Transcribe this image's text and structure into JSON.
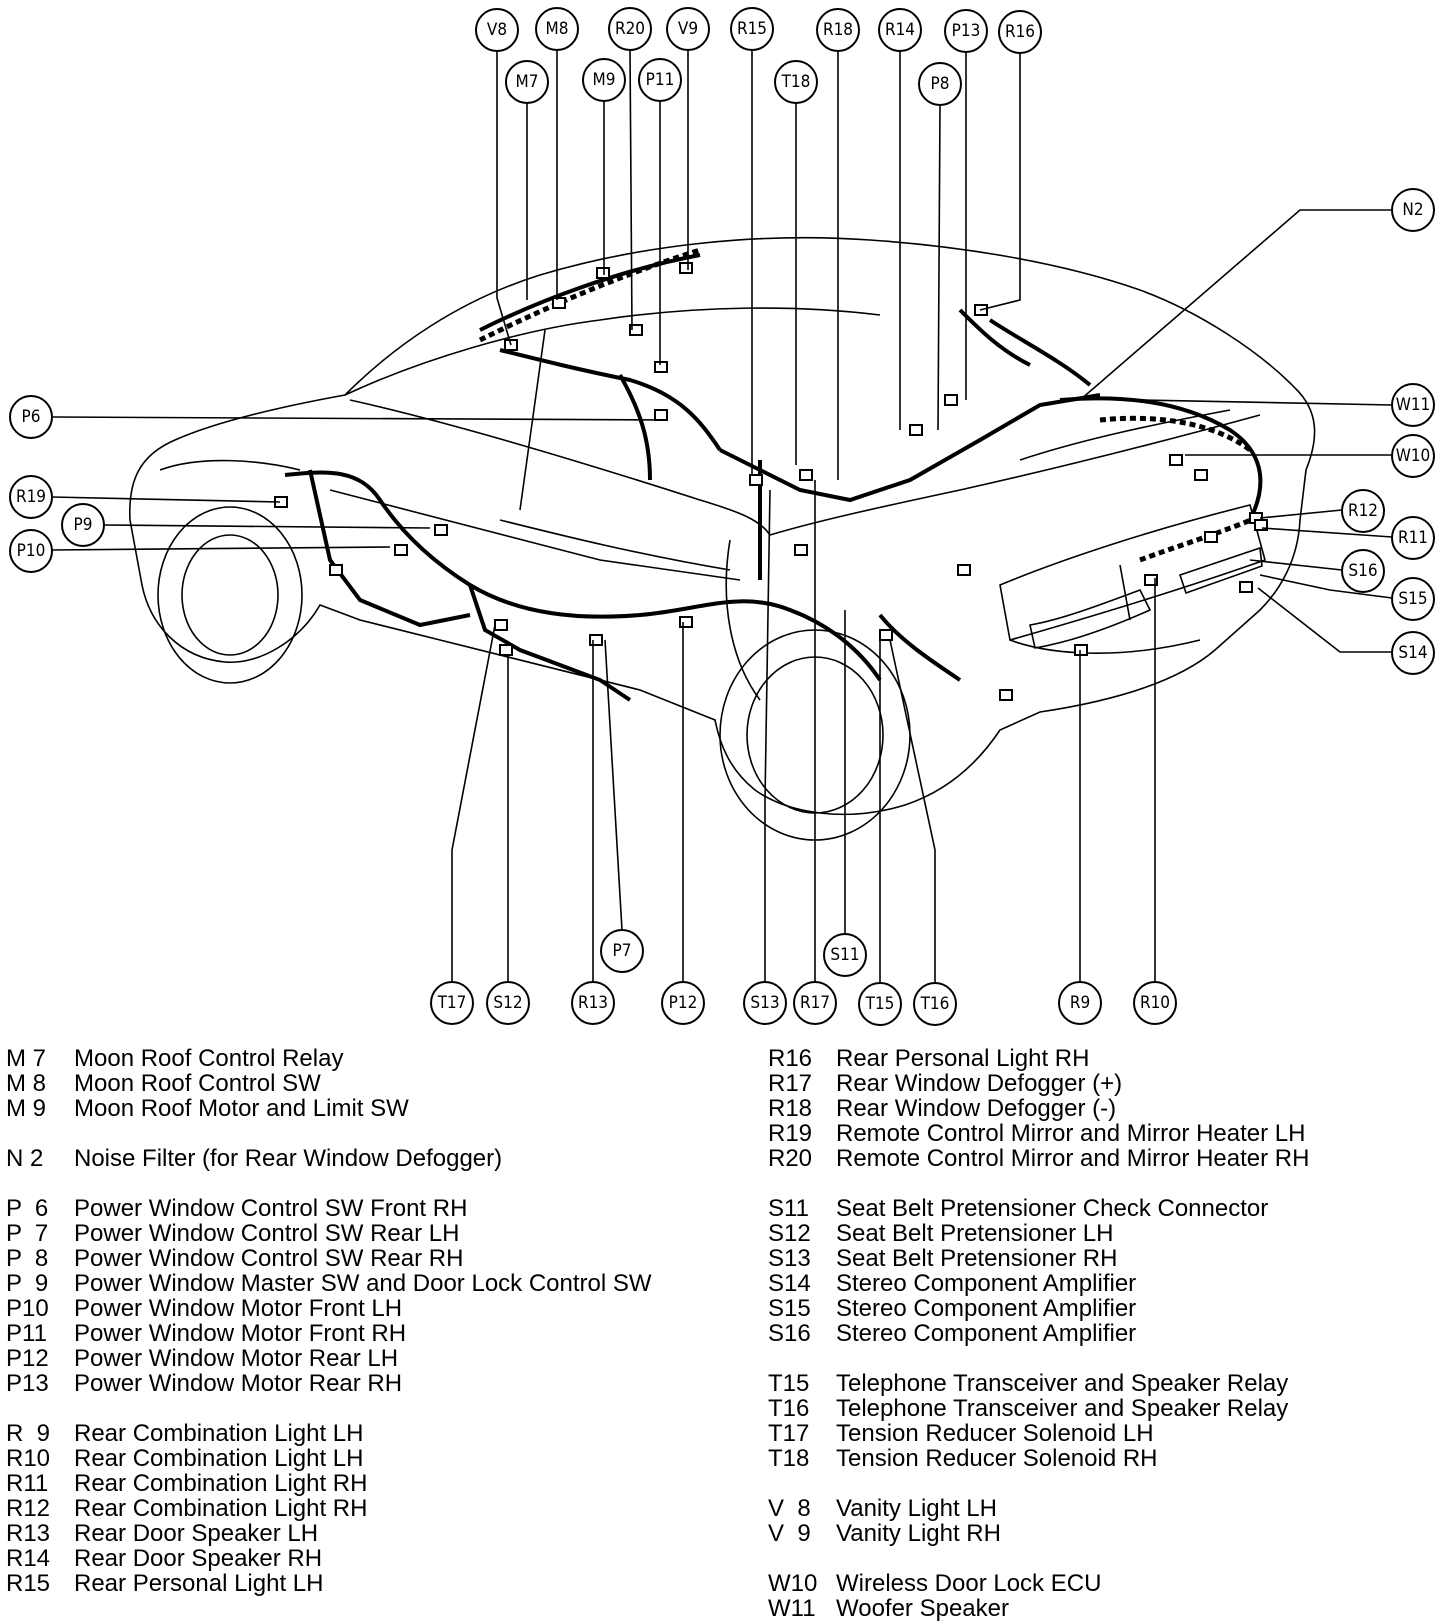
{
  "callouts": [
    {
      "id": "V8",
      "label": "V8"
    },
    {
      "id": "M8",
      "label": "M8"
    },
    {
      "id": "R20",
      "label": "R20"
    },
    {
      "id": "V9",
      "label": "V9"
    },
    {
      "id": "R15",
      "label": "R15"
    },
    {
      "id": "R18",
      "label": "R18"
    },
    {
      "id": "R14",
      "label": "R14"
    },
    {
      "id": "P13",
      "label": "P13"
    },
    {
      "id": "R16",
      "label": "R16"
    },
    {
      "id": "M7",
      "label": "M7"
    },
    {
      "id": "M9",
      "label": "M9"
    },
    {
      "id": "P11",
      "label": "P11"
    },
    {
      "id": "T18",
      "label": "T18"
    },
    {
      "id": "P8",
      "label": "P8"
    },
    {
      "id": "N2",
      "label": "N2"
    },
    {
      "id": "P6",
      "label": "P6"
    },
    {
      "id": "W11",
      "label": "W11"
    },
    {
      "id": "W10",
      "label": "W10"
    },
    {
      "id": "R19",
      "label": "R19"
    },
    {
      "id": "P9",
      "label": "P9"
    },
    {
      "id": "P10",
      "label": "P10"
    },
    {
      "id": "R12",
      "label": "R12"
    },
    {
      "id": "R11",
      "label": "R11"
    },
    {
      "id": "S16",
      "label": "S16"
    },
    {
      "id": "S15",
      "label": "S15"
    },
    {
      "id": "S14",
      "label": "S14"
    },
    {
      "id": "P7",
      "label": "P7"
    },
    {
      "id": "S11",
      "label": "S11"
    },
    {
      "id": "T17",
      "label": "T17"
    },
    {
      "id": "S12",
      "label": "S12"
    },
    {
      "id": "R13",
      "label": "R13"
    },
    {
      "id": "P12",
      "label": "P12"
    },
    {
      "id": "S13",
      "label": "S13"
    },
    {
      "id": "R17",
      "label": "R17"
    },
    {
      "id": "T15",
      "label": "T15"
    },
    {
      "id": "T16",
      "label": "T16"
    },
    {
      "id": "R9",
      "label": "R9"
    },
    {
      "id": "R10",
      "label": "R10"
    }
  ],
  "legend_left": [
    {
      "code": "M 7",
      "desc": "Moon Roof Control Relay"
    },
    {
      "code": "M 8",
      "desc": "Moon Roof Control SW"
    },
    {
      "code": "M 9",
      "desc": "Moon Roof Motor and Limit SW"
    },
    {
      "gap": true
    },
    {
      "code": "N 2",
      "desc": "Noise Filter (for Rear Window Defogger)"
    },
    {
      "gap": true
    },
    {
      "code": "P  6",
      "desc": "Power Window Control SW Front RH"
    },
    {
      "code": "P  7",
      "desc": "Power Window Control SW Rear LH"
    },
    {
      "code": "P  8",
      "desc": "Power Window Control SW Rear RH"
    },
    {
      "code": "P  9",
      "desc": "Power Window Master SW and Door Lock Control SW"
    },
    {
      "code": "P10",
      "desc": "Power Window Motor Front LH"
    },
    {
      "code": "P11",
      "desc": "Power Window Motor Front RH"
    },
    {
      "code": "P12",
      "desc": "Power Window Motor Rear LH"
    },
    {
      "code": "P13",
      "desc": "Power Window Motor Rear RH"
    },
    {
      "gap": true
    },
    {
      "code": "R  9",
      "desc": "Rear Combination Light LH"
    },
    {
      "code": "R10",
      "desc": "Rear Combination Light LH"
    },
    {
      "code": "R11",
      "desc": "Rear Combination Light RH"
    },
    {
      "code": "R12",
      "desc": "Rear Combination Light RH"
    },
    {
      "code": "R13",
      "desc": "Rear Door Speaker LH"
    },
    {
      "code": "R14",
      "desc": "Rear Door Speaker RH"
    },
    {
      "code": "R15",
      "desc": "Rear Personal Light LH"
    }
  ],
  "legend_right": [
    {
      "code": "R16",
      "desc": "Rear Personal Light RH"
    },
    {
      "code": "R17",
      "desc": "Rear Window Defogger (+)"
    },
    {
      "code": "R18",
      "desc": "Rear Window Defogger (-)"
    },
    {
      "code": "R19",
      "desc": "Remote Control Mirror and Mirror Heater LH"
    },
    {
      "code": "R20",
      "desc": "Remote Control Mirror and Mirror Heater RH"
    },
    {
      "gap": true
    },
    {
      "code": "S11",
      "desc": "Seat Belt Pretensioner Check Connector"
    },
    {
      "code": "S12",
      "desc": "Seat Belt Pretensioner LH"
    },
    {
      "code": "S13",
      "desc": "Seat Belt Pretensioner RH"
    },
    {
      "code": "S14",
      "desc": "Stereo Component Amplifier"
    },
    {
      "code": "S15",
      "desc": "Stereo Component Amplifier"
    },
    {
      "code": "S16",
      "desc": "Stereo Component Amplifier"
    },
    {
      "gap": true
    },
    {
      "code": "T15",
      "desc": "Telephone Transceiver and Speaker Relay"
    },
    {
      "code": "T16",
      "desc": "Telephone Transceiver and Speaker Relay"
    },
    {
      "code": "T17",
      "desc": "Tension Reducer Solenoid LH"
    },
    {
      "code": "T18",
      "desc": "Tension Reducer Solenoid RH"
    },
    {
      "gap": true
    },
    {
      "code": "V  8",
      "desc": "Vanity Light LH"
    },
    {
      "code": "V  9",
      "desc": "Vanity Light RH"
    },
    {
      "gap": true
    },
    {
      "code": "W10",
      "desc": "Wireless Door Lock ECU"
    },
    {
      "code": "W11",
      "desc": "Woofer Speaker"
    }
  ]
}
